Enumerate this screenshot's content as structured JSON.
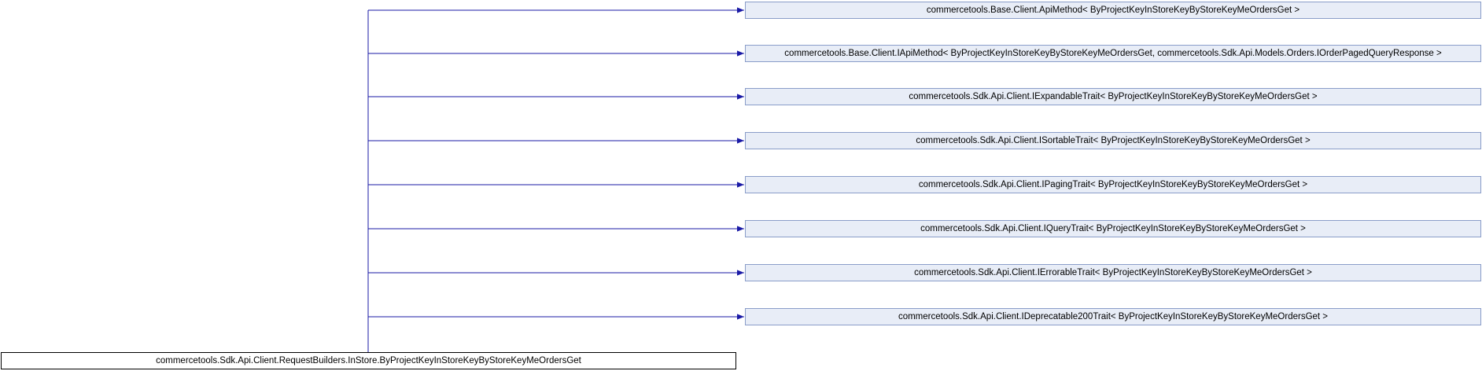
{
  "diagram": {
    "derived_class": "commercetools.Sdk.Api.Client.RequestBuilders.InStore.ByProjectKeyInStoreKeyByStoreKeyMeOrdersGet",
    "base_classes": [
      "commercetools.Base.Client.ApiMethod< ByProjectKeyInStoreKeyByStoreKeyMeOrdersGet >",
      "commercetools.Base.Client.IApiMethod< ByProjectKeyInStoreKeyByStoreKeyMeOrdersGet, commercetools.Sdk.Api.Models.Orders.IOrderPagedQueryResponse >",
      "commercetools.Sdk.Api.Client.IExpandableTrait< ByProjectKeyInStoreKeyByStoreKeyMeOrdersGet >",
      "commercetools.Sdk.Api.Client.ISortableTrait< ByProjectKeyInStoreKeyByStoreKeyMeOrdersGet >",
      "commercetools.Sdk.Api.Client.IPagingTrait< ByProjectKeyInStoreKeyByStoreKeyMeOrdersGet >",
      "commercetools.Sdk.Api.Client.IQueryTrait< ByProjectKeyInStoreKeyByStoreKeyMeOrdersGet >",
      "commercetools.Sdk.Api.Client.IErrorableTrait< ByProjectKeyInStoreKeyByStoreKeyMeOrdersGet >",
      "commercetools.Sdk.Api.Client.IDeprecatable200Trait< ByProjectKeyInStoreKeyByStoreKeyMeOrdersGet >"
    ],
    "colors": {
      "edge": "#1a1aa6",
      "base_fill": "#e8edf7",
      "base_border": "#8a9dc9",
      "derived_border": "#000000"
    }
  }
}
